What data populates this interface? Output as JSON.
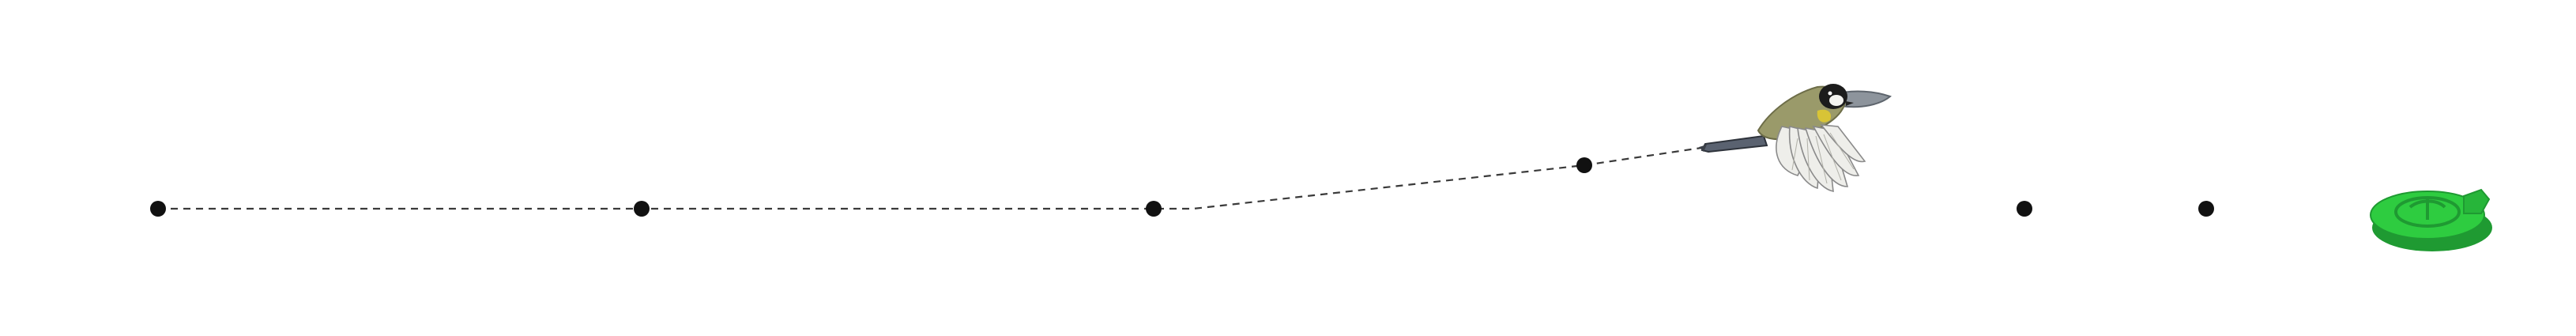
{
  "scene": {
    "background": "#ffffff",
    "path_color": "#3a3a3a",
    "waypoint_color": "#111111",
    "waypoint_count": 7,
    "completed_waypoints": 4
  },
  "player": {
    "icon": "bird-icon",
    "species": "great-tit",
    "state": "flying"
  },
  "goal": {
    "icon": "green-disc-icon",
    "color": "#2ecc40"
  }
}
